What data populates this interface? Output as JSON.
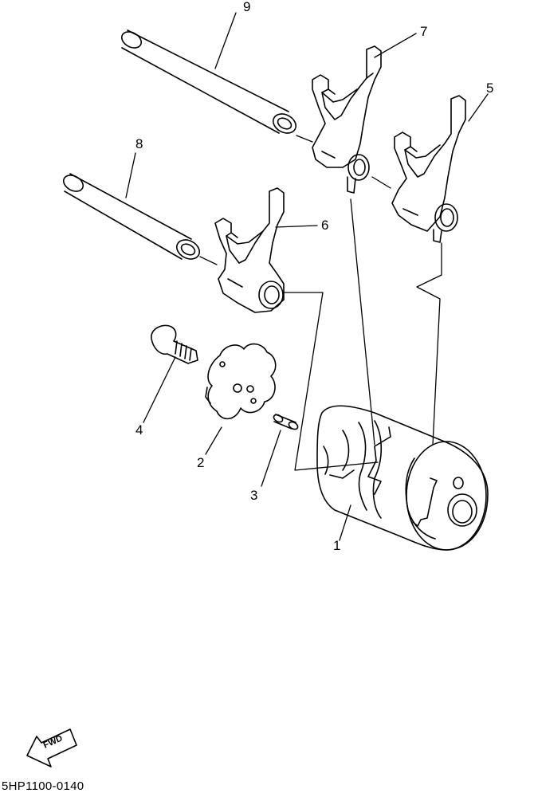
{
  "callouts": {
    "c1": "1",
    "c2": "2",
    "c3": "3",
    "c4": "4",
    "c5": "5",
    "c6": "6",
    "c7": "7",
    "c8": "8",
    "c9": "9"
  },
  "fwd_label": "FWD",
  "diagram_code": "5HP1100-0140"
}
